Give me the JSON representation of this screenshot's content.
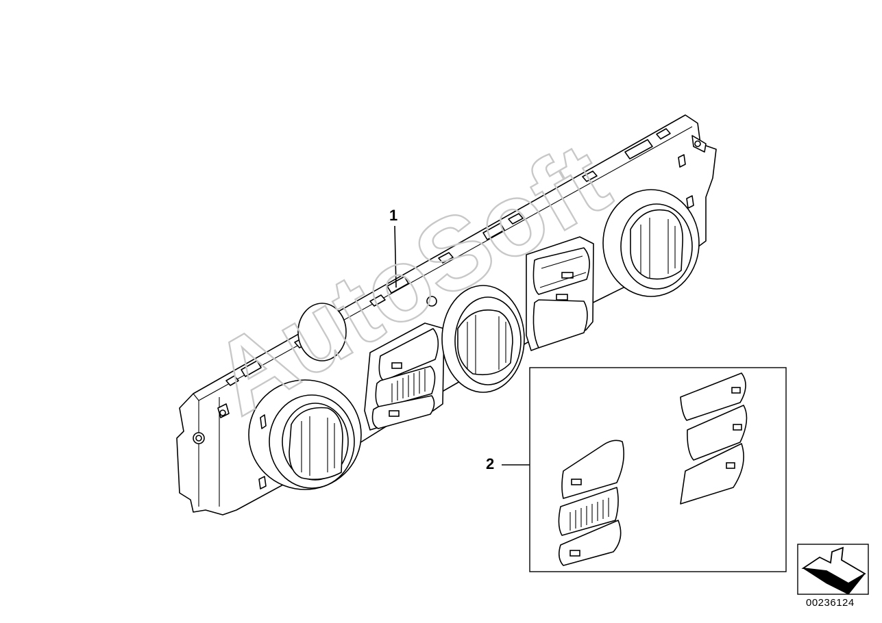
{
  "diagram": {
    "callouts": [
      {
        "id": "1"
      },
      {
        "id": "2"
      }
    ],
    "part_number": "00236124",
    "watermark": "AutoSoft"
  }
}
